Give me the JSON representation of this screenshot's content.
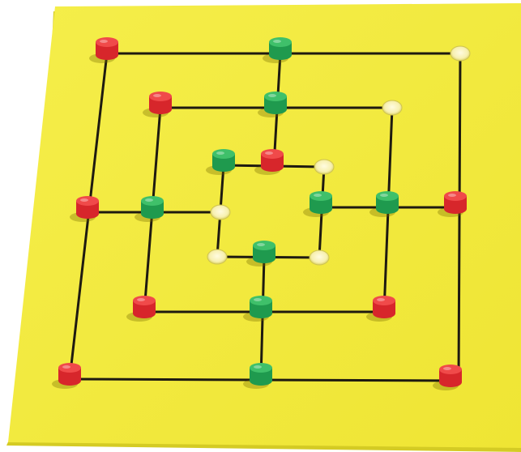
{
  "game": {
    "board_color": "#f3ea3a",
    "board_edge_color": "#d8cf1e",
    "line_color": "#1e1a10",
    "peg_colors": {
      "red": "#d7262b",
      "red_top": "#f04a4a",
      "green": "#1f9a4e",
      "green_top": "#3fc06a"
    },
    "board": [
      [
        "red",
        null,
        "green",
        null,
        "empty"
      ],
      [
        "red",
        "green",
        "empty"
      ],
      [
        "green",
        "red",
        "empty"
      ],
      [
        "red",
        "green",
        "empty",
        "green",
        "green",
        "red"
      ],
      [
        "empty",
        "green",
        "empty"
      ],
      [
        "red",
        "green",
        "red"
      ],
      [
        "red",
        "green",
        "red"
      ]
    ],
    "pieces_by_point": {
      "outer_top_left": "red",
      "outer_top_mid": "green",
      "outer_top_right": "empty",
      "middle_top_left": "red",
      "middle_top_mid": "green",
      "middle_top_right": "empty",
      "inner_top_left": "green",
      "inner_top_mid": "red",
      "inner_top_right": "empty",
      "outer_mid_left": "red",
      "middle_mid_left": "green",
      "inner_mid_left": "empty",
      "inner_mid_right": "green",
      "middle_mid_right": "green",
      "outer_mid_right": "red",
      "inner_bottom_left": "empty",
      "inner_bottom_mid": "green",
      "inner_bottom_right": "empty",
      "middle_bottom_left": "red",
      "middle_bottom_mid": "green",
      "middle_bottom_right": "red",
      "outer_bottom_left": "red",
      "outer_bottom_mid": "green",
      "outer_bottom_right": "red"
    }
  }
}
